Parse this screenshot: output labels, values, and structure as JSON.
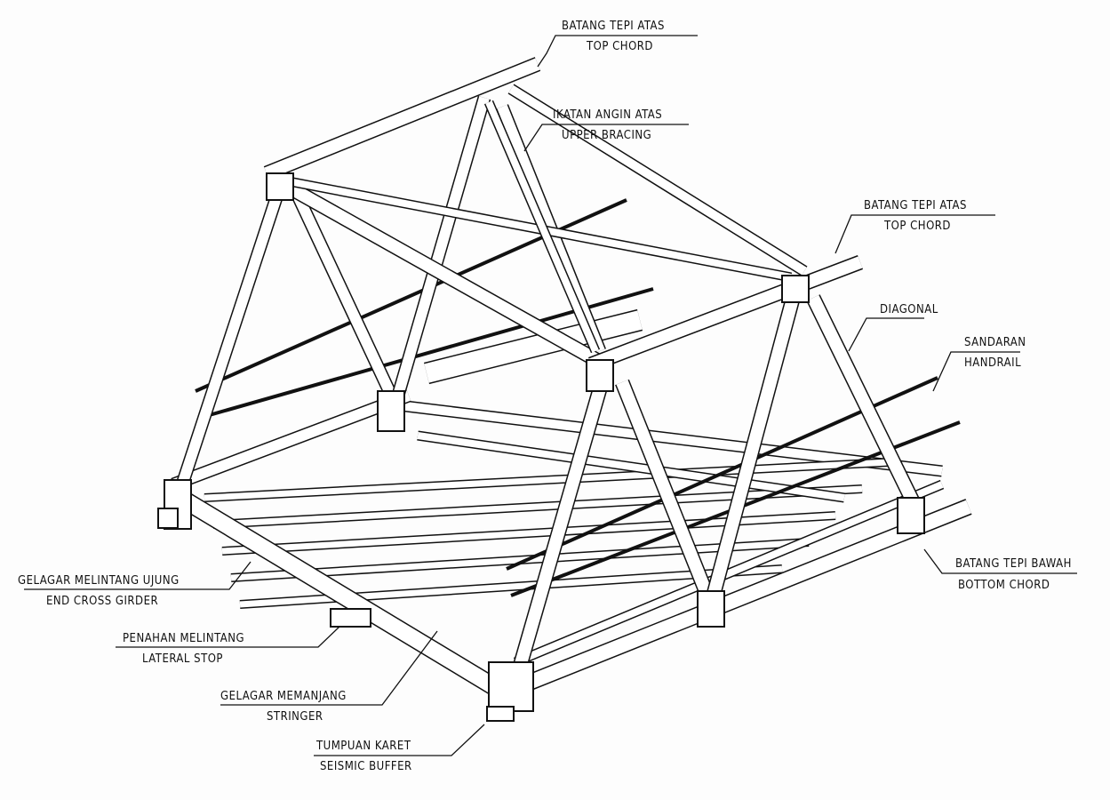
{
  "title": "Truss bridge span isometric diagram",
  "labels": {
    "top_chord_upper": {
      "id": "BATANG TEPI ATAS",
      "en": "TOP CHORD"
    },
    "upper_bracing": {
      "id": "IKATAN ANGIN ATAS",
      "en": "UPPER BRACING"
    },
    "top_chord_right": {
      "id": "BATANG TEPI ATAS",
      "en": "TOP CHORD"
    },
    "diagonal": {
      "id": "DIAGONAL"
    },
    "handrail": {
      "id": "SANDARAN",
      "en": "HANDRAIL"
    },
    "bottom_chord": {
      "id": "BATANG TEPI BAWAH",
      "en": "BOTTOM CHORD"
    },
    "end_cross_girder": {
      "id": "GELAGAR MELINTANG UJUNG",
      "en": "END CROSS GIRDER"
    },
    "lateral_stop": {
      "id": "PENAHAN MELINTANG",
      "en": "LATERAL STOP"
    },
    "stringer": {
      "id": "GELAGAR MEMANJANG",
      "en": "STRINGER"
    },
    "seismic_buffer": {
      "id": "TUMPUAN KARET",
      "en": "SEISMIC BUFFER"
    }
  }
}
